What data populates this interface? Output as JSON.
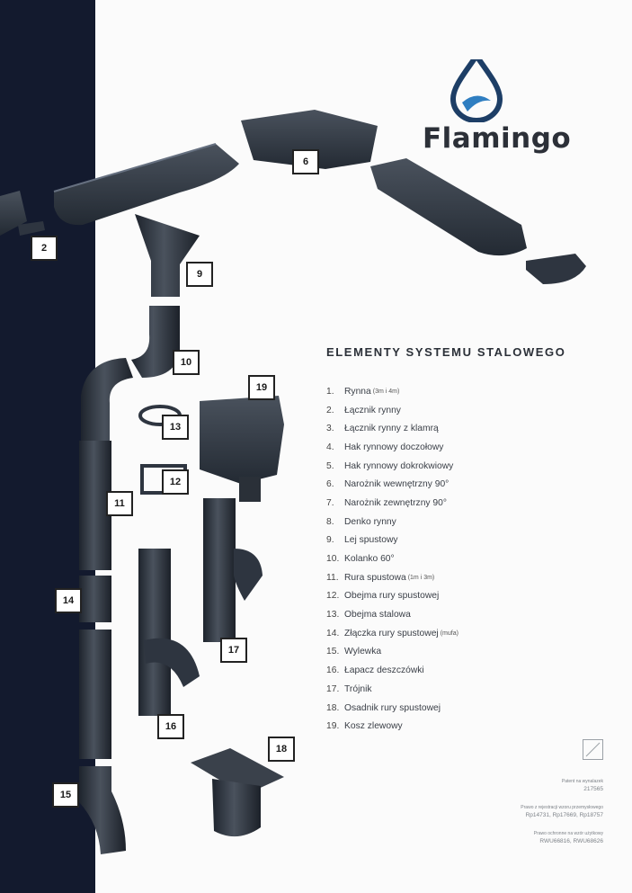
{
  "brand": {
    "name": "Flamingo"
  },
  "heading": "ELEMENTY SYSTEMU STALOWEGO",
  "items": [
    {
      "num": "1.",
      "label": "Rynna",
      "note": "(3m i 4m)"
    },
    {
      "num": "2.",
      "label": "Łącznik rynny",
      "note": ""
    },
    {
      "num": "3.",
      "label": "Łącznik rynny z klamrą",
      "note": ""
    },
    {
      "num": "4.",
      "label": "Hak rynnowy doczołowy",
      "note": ""
    },
    {
      "num": "5.",
      "label": "Hak rynnowy dokrokwiowy",
      "note": ""
    },
    {
      "num": "6.",
      "label": "Narożnik wewnętrzny 90°",
      "note": ""
    },
    {
      "num": "7.",
      "label": "Narożnik zewnętrzny 90°",
      "note": ""
    },
    {
      "num": "8.",
      "label": "Denko rynny",
      "note": ""
    },
    {
      "num": "9.",
      "label": "Lej spustowy",
      "note": ""
    },
    {
      "num": "10.",
      "label": "Kolanko 60°",
      "note": ""
    },
    {
      "num": "11.",
      "label": "Rura spustowa",
      "note": "(1m i 3m)"
    },
    {
      "num": "12.",
      "label": "Obejma rury spustowej",
      "note": ""
    },
    {
      "num": "13.",
      "label": "Obejma stalowa",
      "note": ""
    },
    {
      "num": "14.",
      "label": "Złączka rury spustowej",
      "note": "(mufa)"
    },
    {
      "num": "15.",
      "label": "Wylewka",
      "note": ""
    },
    {
      "num": "16.",
      "label": "Łapacz deszczówki",
      "note": ""
    },
    {
      "num": "17.",
      "label": "Trójnik",
      "note": ""
    },
    {
      "num": "18.",
      "label": "Osadnik rury spustowej",
      "note": ""
    },
    {
      "num": "19.",
      "label": "Kosz zlewowy",
      "note": ""
    }
  ],
  "callouts": {
    "c2": "2",
    "c6": "6",
    "c9": "9",
    "c10": "10",
    "c11": "11",
    "c12": "12",
    "c13": "13",
    "c14": "14",
    "c15": "15",
    "c16": "16",
    "c17": "17",
    "c18": "18",
    "c19": "19"
  },
  "legal": {
    "patent_label": "Patent na wynalazek",
    "patent_value": "217565",
    "design_label": "Prawo z rejestracji wzoru przemysłowego",
    "design_value": "Rp14731, Rp17669, Rp18757",
    "utility_label": "Prawo ochronne na wzór użytkowy",
    "utility_value": "RWU66816, RWU68626"
  },
  "colors": {
    "sidebar": "#131a2e",
    "steel": "#2e3540",
    "logo_blue": "#1d3e66"
  }
}
